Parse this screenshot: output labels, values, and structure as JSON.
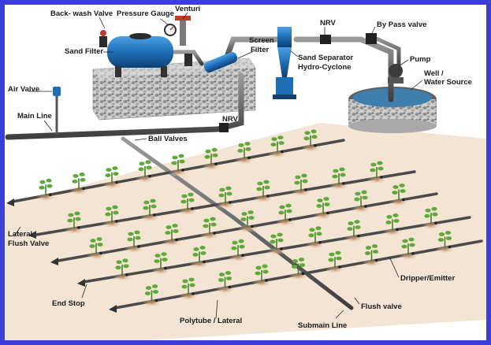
{
  "labels": {
    "back_wash_valve": "Back- wash Valve",
    "pressure_gauge": "Pressure Gauge",
    "venturi": "Venturi",
    "sand_filter": "Sand Filter",
    "screen_filter_1": "Screen",
    "screen_filter_2": "Filter",
    "nrv_top": "NRV",
    "by_pass_valve": "By Pass valve",
    "sand_separator_1": "Sand Separator",
    "sand_separator_2": "Hydro-Cyclone",
    "pump": "Pump",
    "well_1": "Well /",
    "well_2": "Water Source",
    "air_valve": "Air Valve",
    "main_line": "Main Line",
    "nrv_lower": "NRV",
    "ball_valves": "Ball Valves",
    "lateral_flush_1": "Lateral",
    "lateral_flush_2": "Flush Valve",
    "end_stop": "End Stop",
    "polytube": "Polytube / Lateral",
    "submain": "Submain Line",
    "flush_valve": "Flush valve",
    "dripper": "Dripper/Emitter"
  },
  "colors": {
    "frame": "#3b3fd8",
    "soil": "#f3e4d3",
    "pipe": "#5a5a5a",
    "filter_tank": "#1f6fb5",
    "gravel": "#bdbdbd",
    "plant": "#5fa83a"
  }
}
